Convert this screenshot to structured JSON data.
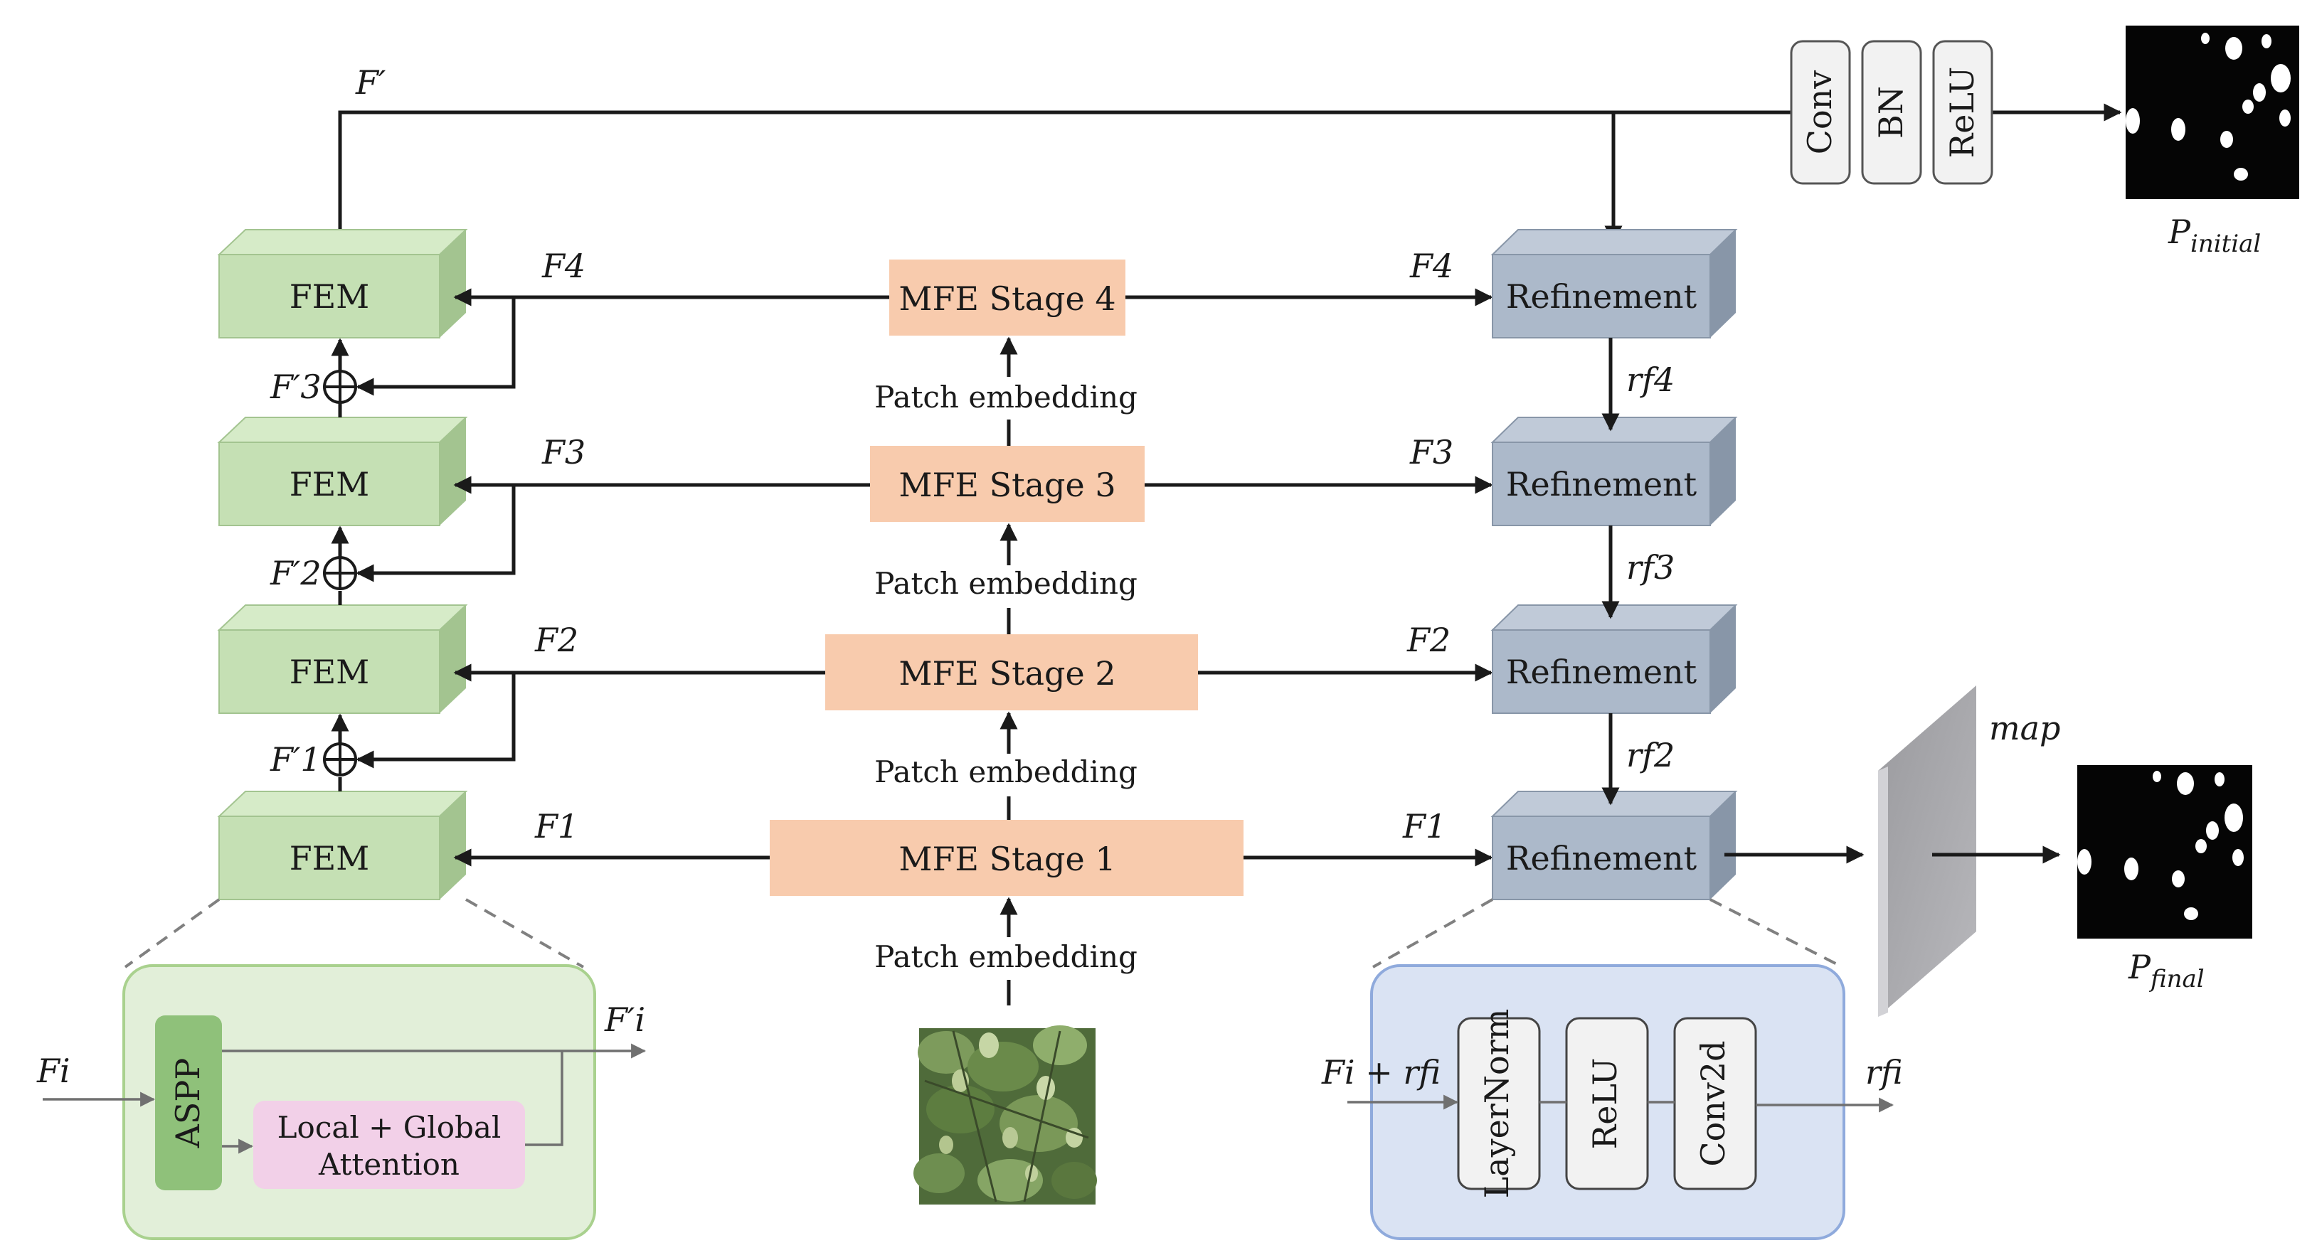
{
  "colors": {
    "fem_front": "#c5e0b4",
    "fem_top": "#d6ebc8",
    "fem_side": "#a3c490",
    "mfe": "#f8cbad",
    "ref_front": "#acb9ca",
    "ref_top": "#c0cad8",
    "ref_side": "#8896a8",
    "aspp": "#8fc17a",
    "attention": "#f2d0e8",
    "fem_detail_bg": "#e2efd9",
    "ref_detail_bg": "#dae3f3"
  },
  "fem": {
    "label": "FEM"
  },
  "mfe": {
    "stage4": "MFE Stage 4",
    "stage3": "MFE Stage 3",
    "stage2": "MFE Stage 2",
    "stage1": "MFE Stage 1"
  },
  "patch_embedding": "Patch embedding",
  "refinement": {
    "label": "Refinement"
  },
  "head": {
    "conv": "Conv",
    "bn": "BN",
    "relu": "ReLU"
  },
  "labels": {
    "f_prime_main": "F′",
    "f4": "F4",
    "f3": "F3",
    "f2": "F2",
    "f1": "F1",
    "f3p": "F′3",
    "f2p": "F′2",
    "f1p": "F′1",
    "rf4": "rf4",
    "rf3": "rf3",
    "rf2": "rf2",
    "map": "map",
    "p_initial": "Pinitial",
    "p_final": "Pfinal"
  },
  "fem_detail": {
    "input": "Fi",
    "output": "F′i",
    "aspp": "ASPP",
    "attention_line1": "Local + Global",
    "attention_line2": "Attention"
  },
  "ref_detail": {
    "input": "Fi + rfi",
    "output": "rfi",
    "layernorm": "LayerNorm",
    "relu": "ReLU",
    "conv2d": "Conv2d"
  }
}
